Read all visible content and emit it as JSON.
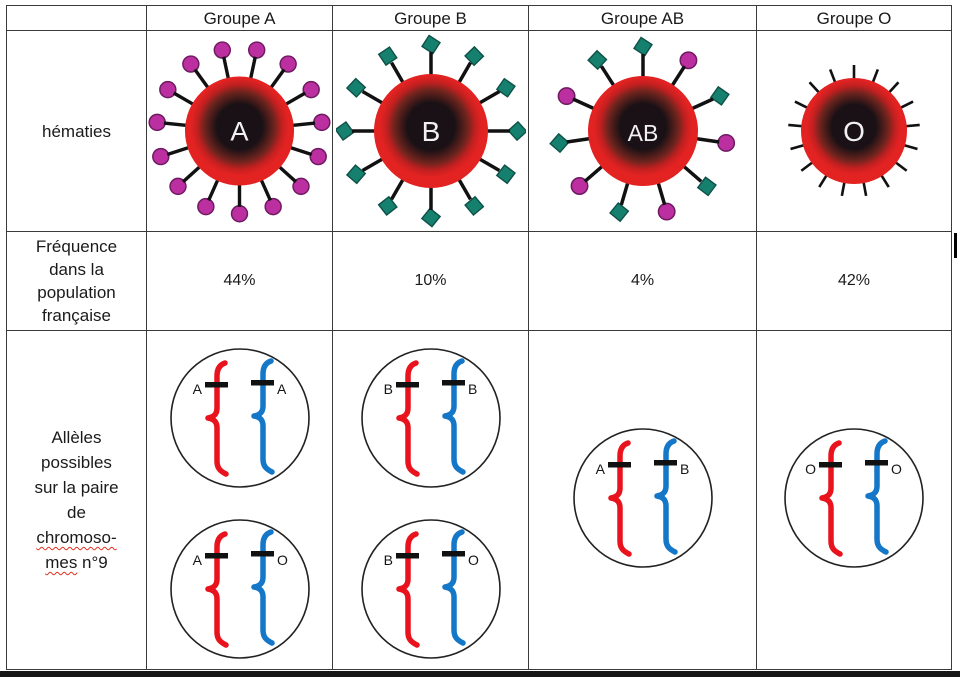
{
  "title": "Tableau des groupes sanguins",
  "colors": {
    "cell_red": "#e32222",
    "cell_red_mid": "#c32020",
    "cell_brown": "#6f241e",
    "cell_dark": "#191115",
    "cell_letter": "#f2f0f2",
    "spike": "#111111",
    "antigen_a_fill": "#bb2fa0",
    "antigen_a_stroke": "#6e1a61",
    "antigen_b_fill": "#16806f",
    "antigen_b_stroke": "#0d5147",
    "chromosome_red": "#e8131d",
    "chromosome_blue": "#1577c8",
    "band": "#111111",
    "circle_stroke": "#222222",
    "genotype_letter": "#151515"
  },
  "header": {
    "corner": ""
  },
  "row_labels": {
    "hematies": "hématies",
    "frequency_lines": [
      "Fréquence",
      "dans la",
      "population",
      "française"
    ],
    "alleles_lines": [
      "Allèles",
      "possibles",
      "sur la paire",
      "de"
    ],
    "alleles_mis1": "chromoso-",
    "alleles_mis2": "mes",
    "alleles_rest": " n°9"
  },
  "columns": [
    {
      "header": "Groupe A",
      "frequency": "44%",
      "cell_label": "A",
      "antigen_pattern": "circle",
      "spike_count": 15,
      "cell_radius": 56,
      "spike_len": 22,
      "genotypes": [
        [
          "A",
          "A"
        ],
        [
          "A",
          "O"
        ]
      ]
    },
    {
      "header": "Groupe B",
      "frequency": "10%",
      "cell_label": "B",
      "antigen_pattern": "diamond",
      "spike_count": 12,
      "cell_radius": 57,
      "spike_len": 22,
      "genotypes": [
        [
          "B",
          "B"
        ],
        [
          "B",
          "O"
        ]
      ]
    },
    {
      "header": "Groupe AB",
      "frequency": "4%",
      "cell_label": "AB",
      "antigen_pattern": "alt",
      "spike_count": 11,
      "cell_radius": 55,
      "spike_len": 22,
      "genotypes": [
        [
          "A",
          "B"
        ]
      ]
    },
    {
      "header": "Groupe O",
      "frequency": "42%",
      "cell_label": "O",
      "antigen_pattern": "none",
      "spike_count": 17,
      "cell_radius": 53,
      "spike_len": 13,
      "genotypes": [
        [
          "O",
          "O"
        ]
      ]
    }
  ],
  "artifacts": {
    "cursor_visible": true
  }
}
